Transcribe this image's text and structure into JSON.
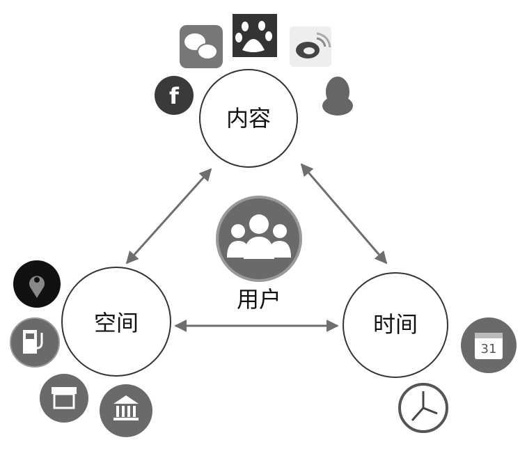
{
  "nodes": {
    "content": "内容",
    "space": "空间",
    "time": "时间",
    "user": "用户"
  },
  "icons": {
    "content": [
      "facebook-icon",
      "wechat-icon",
      "baidu-icon",
      "weibo-icon",
      "qq-icon"
    ],
    "space": [
      "location-pin-icon",
      "fuel-station-icon",
      "store-icon",
      "bank-icon"
    ],
    "time": [
      "calendar-icon",
      "clock-icon"
    ],
    "user": "user-group-icon"
  },
  "calendar_day": "31",
  "facebook_letter": "f",
  "colors": {
    "arrow": "#6e6e6e",
    "icon": "#6a6a6a",
    "dark": "#2a2a2a"
  }
}
